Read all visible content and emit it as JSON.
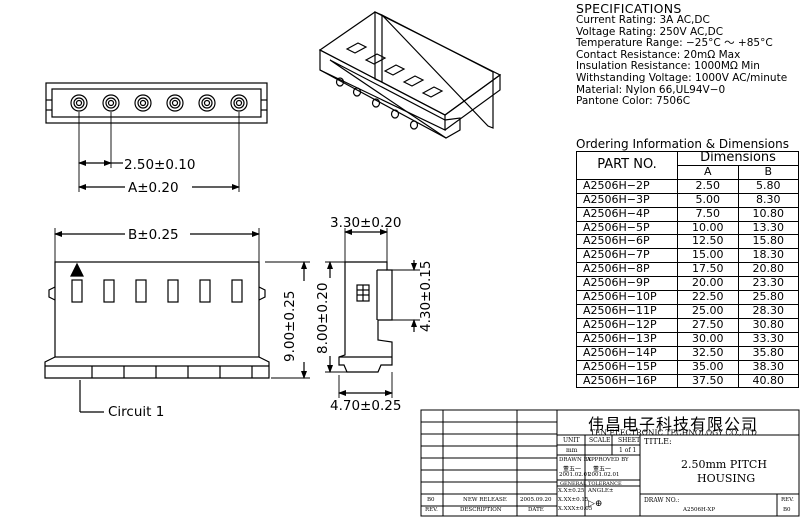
{
  "specifications": {
    "heading": "SPECIFICATIONS",
    "lines": [
      "Current Rating: 3A AC,DC",
      "Voltage Rating: 250V AC,DC",
      "Temperature Range: −25°C ～ +85°C",
      "Contact Resistance: 20mΩ Max",
      "Insulation Resistance: 1000MΩ Min",
      "Withstanding Voltage: 1000V AC/minute",
      "Material: Nylon 66,UL94V−0",
      "Pantone Color: 7506C"
    ]
  },
  "ordering": {
    "title": "Ordering Information & Dimensions",
    "col_part": "PART NO.",
    "col_dims": "Dimensions",
    "col_a": "A",
    "col_b": "B",
    "rows": [
      [
        "A2506H−2P",
        "2.50",
        "5.80"
      ],
      [
        "A2506H−3P",
        "5.00",
        "8.30"
      ],
      [
        "A2506H−4P",
        "7.50",
        "10.80"
      ],
      [
        "A2506H−5P",
        "10.00",
        "13.30"
      ],
      [
        "A2506H−6P",
        "12.50",
        "15.80"
      ],
      [
        "A2506H−7P",
        "15.00",
        "18.30"
      ],
      [
        "A2506H−8P",
        "17.50",
        "20.80"
      ],
      [
        "A2506H−9P",
        "20.00",
        "23.30"
      ],
      [
        "A2506H−10P",
        "22.50",
        "25.80"
      ],
      [
        "A2506H−11P",
        "25.00",
        "28.30"
      ],
      [
        "A2506H−12P",
        "27.50",
        "30.80"
      ],
      [
        "A2506H−13P",
        "30.00",
        "33.30"
      ],
      [
        "A2506H−14P",
        "32.50",
        "35.80"
      ],
      [
        "A2506H−15P",
        "35.00",
        "38.30"
      ],
      [
        "A2506H−16P",
        "37.50",
        "40.80"
      ]
    ]
  },
  "dimensions": {
    "pitch": "2.50±0.10",
    "a": "A±0.20",
    "b": "B±0.25",
    "depth_top": "3.30±0.20",
    "height_front": "9.00±0.25",
    "height_side": "8.00±0.20",
    "latch_height": "4.30±0.15",
    "depth_bottom": "4.70±0.25",
    "circuit_label": "Circuit 1"
  },
  "title_block": {
    "company_cn": "伟昌电子科技有限公司",
    "company_en": "TEN ELECTRONIC TECHNOLOGY CO.,LTD",
    "unit_label": "UNIT",
    "unit_value": "mm",
    "scale_label": "SCALE",
    "sheet_label": "SHEET",
    "sheet_value": "1 of 1",
    "title_label": "TITLE:",
    "title_line1": "2.50mm PITCH",
    "title_line2": "HOUSING",
    "drawn_label": "DRAWN BY",
    "drawn_name": "董五一",
    "drawn_date": "2001.02.01",
    "approved_label": "APPROVED BY",
    "approved_name": "董五一",
    "approved_date": "2001.02.01",
    "gen_label": "GENERAL",
    "tol_label": "TOLERANCE",
    "tol_1": "X.X±0.25",
    "tol_2": "X.XX±0.15",
    "tol_3": "X.XXX±0.05",
    "angle_label": "ANGLE±",
    "drw_no_label": "DRAW NO.:",
    "drw_no_value": "A2506H-XP",
    "rev_label": "REV.",
    "rev_value": "B0",
    "rev_row_rev": "B0",
    "rev_row_desc": "NEW RELEASE",
    "rev_row_date": "2005.09.20",
    "hdr_rev": "REV.",
    "hdr_desc": "DESCRIPTION",
    "hdr_date": "DATE"
  }
}
